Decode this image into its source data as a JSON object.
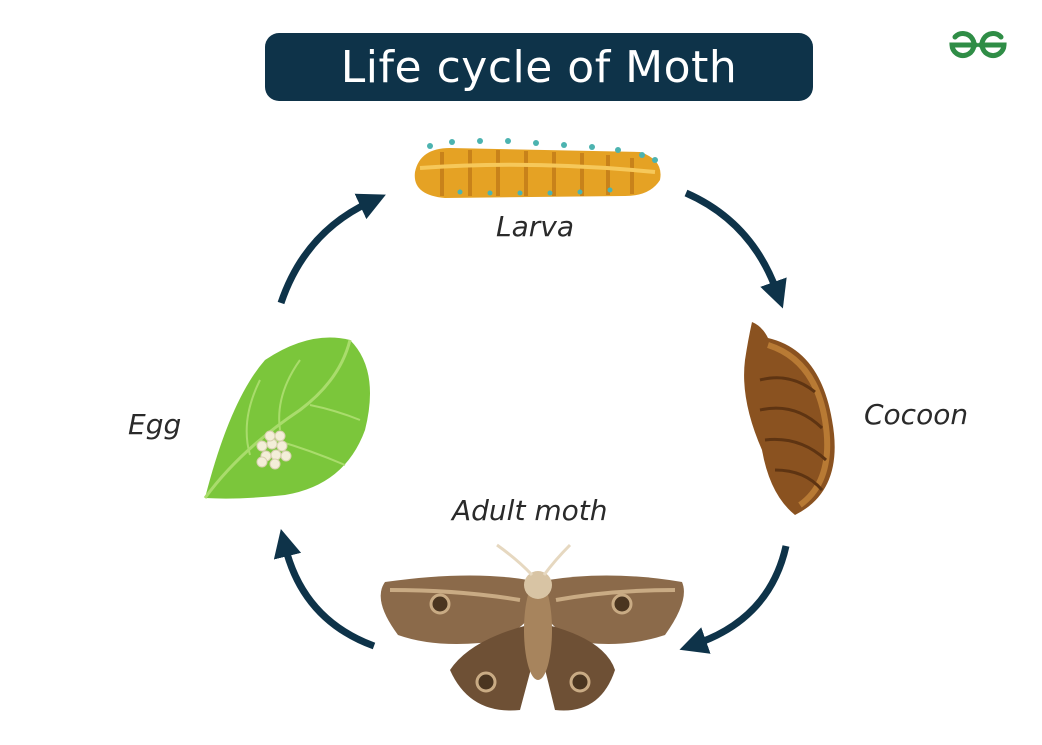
{
  "title": "Life cycle of Moth",
  "logo": {
    "icon": "geeksforgeeks-logo-icon",
    "color": "#2f8d46"
  },
  "stages": {
    "larva": "Larva",
    "cocoon": "Cocoon",
    "egg": "Egg",
    "adult": "Adult moth"
  },
  "colors": {
    "banner": "#0e3349",
    "arrow": "#0e3349"
  }
}
